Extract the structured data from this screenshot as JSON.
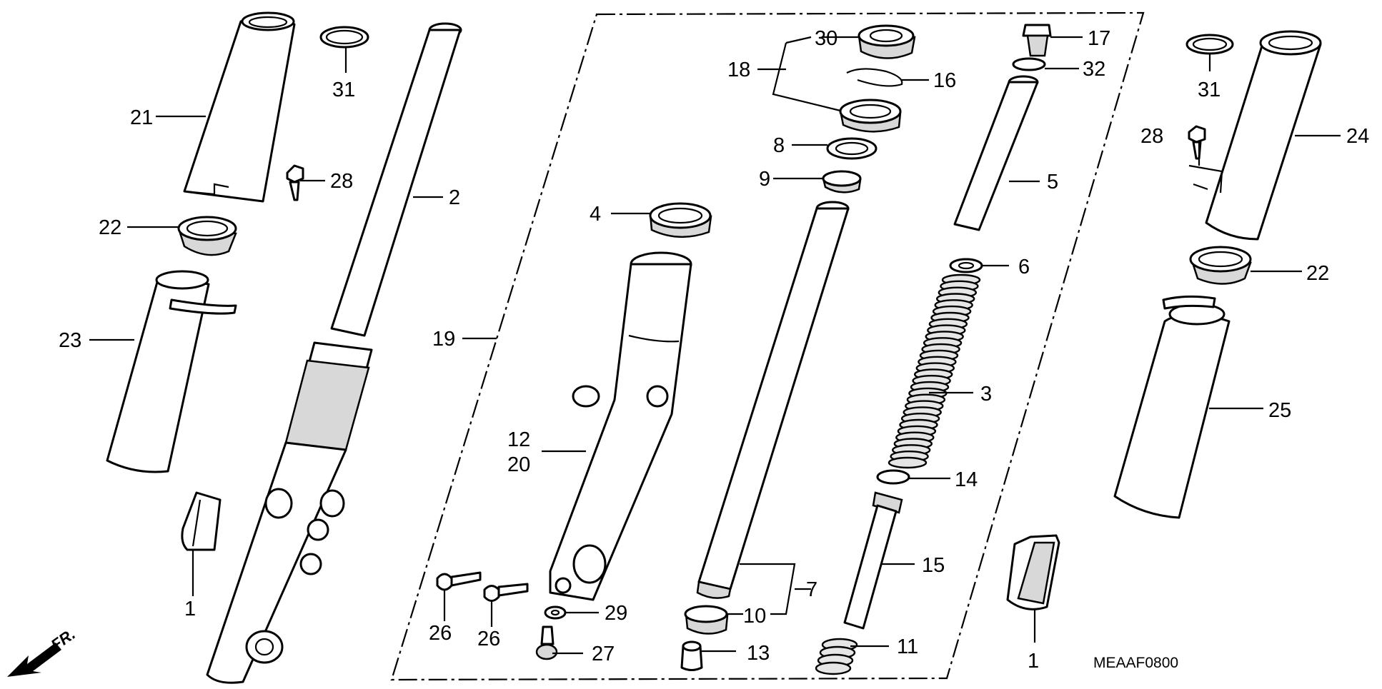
{
  "diagram": {
    "code": "MEAAF0800",
    "direction_label": "FR."
  },
  "callouts": {
    "c1": "1",
    "c2": "2",
    "c3": "3",
    "c4": "4",
    "c5": "5",
    "c6": "6",
    "c7": "7",
    "c8": "8",
    "c9": "9",
    "c10": "10",
    "c11": "11",
    "c12": "12",
    "c13": "13",
    "c14": "14",
    "c15": "15",
    "c16": "16",
    "c17": "17",
    "c18": "18",
    "c19": "19",
    "c20": "20",
    "c21": "21",
    "c22": "22",
    "c23": "23",
    "c24": "24",
    "c25": "25",
    "c26": "26",
    "c27": "27",
    "c28": "28",
    "c29": "29",
    "c30": "30",
    "c31": "31",
    "c32": "32"
  }
}
